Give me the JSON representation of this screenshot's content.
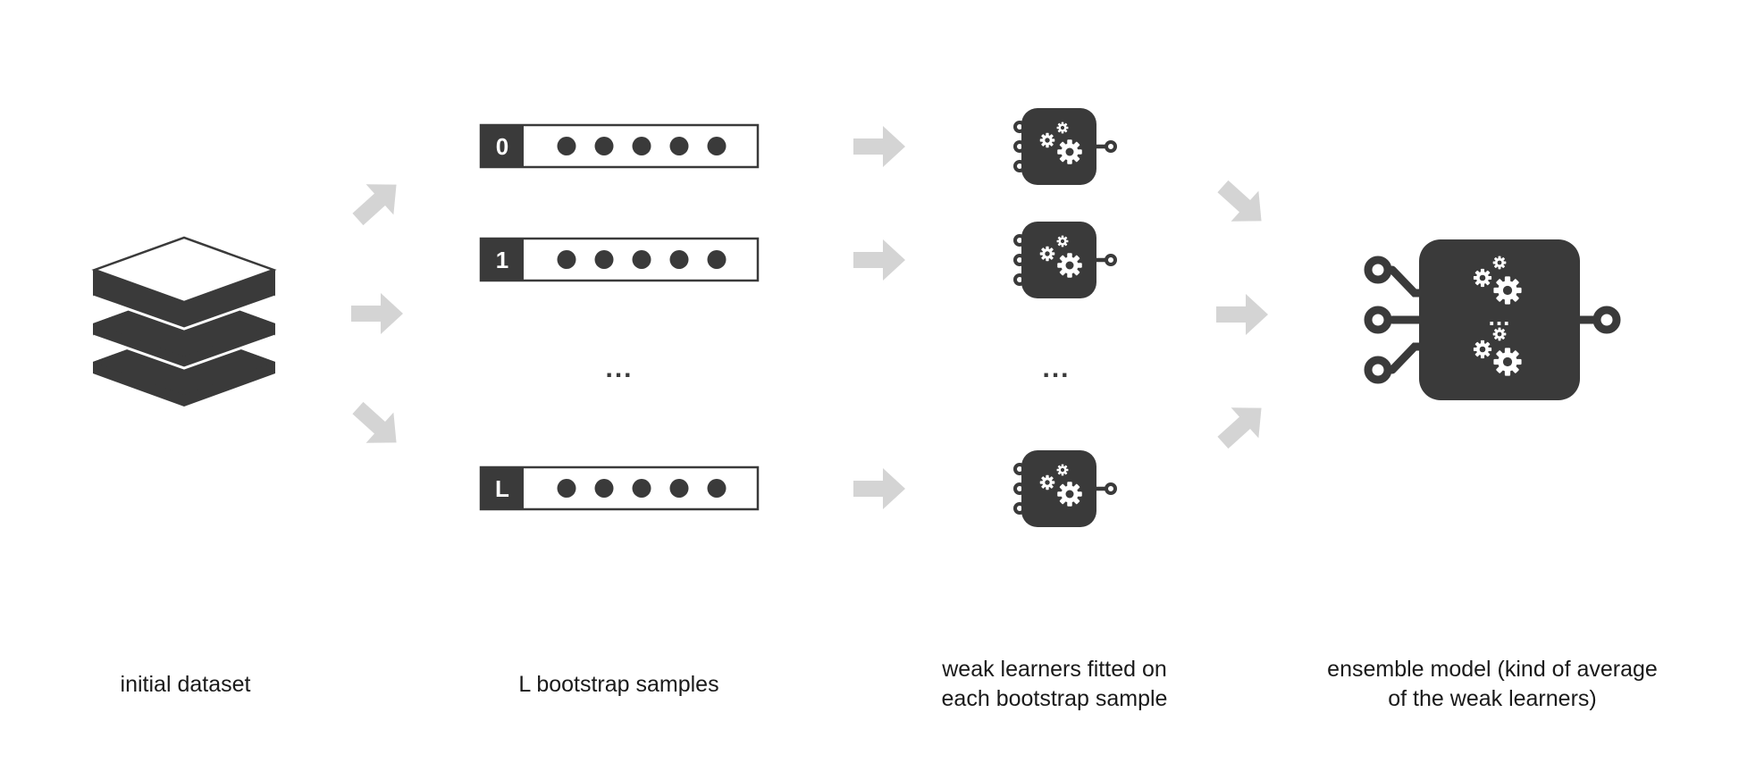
{
  "colors": {
    "dark": "#3a3a3a",
    "arrow": "#d4d4d4",
    "background": "#ffffff"
  },
  "captions": {
    "dataset": "initial dataset",
    "samples": "L bootstrap samples",
    "learners_line1": "weak learners fitted on",
    "learners_line2": "each bootstrap sample",
    "ensemble_line1": "ensemble model (kind of average",
    "ensemble_line2": "of the weak learners)"
  },
  "samples": [
    {
      "label": "0",
      "points": 5
    },
    {
      "label": "1",
      "points": 5
    },
    {
      "label": "L",
      "points": 5
    }
  ],
  "ellipsis": "...",
  "icons": {
    "dataset": "stacked-layers-icon",
    "weak_learner": "gear-chip-icon",
    "ensemble": "ensemble-chip-icon",
    "arrow": "arrow-icon"
  }
}
